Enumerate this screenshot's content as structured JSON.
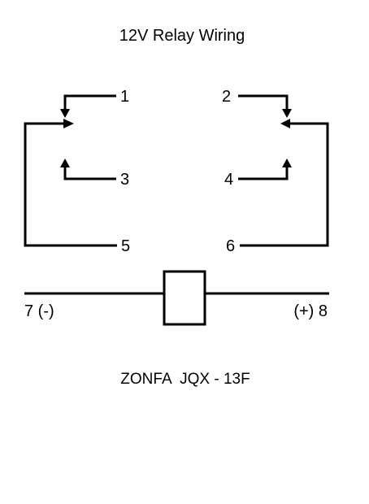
{
  "title": "12V Relay Wiring",
  "model": "ZONFA  JQX - 13F",
  "pins": {
    "p1": "1",
    "p2": "2",
    "p3": "3",
    "p4": "4",
    "p5": "5",
    "p6": "6",
    "p7": "7 (-)",
    "p8": "(+) 8"
  },
  "colors": {
    "line": "#000000",
    "background": "#ffffff"
  }
}
